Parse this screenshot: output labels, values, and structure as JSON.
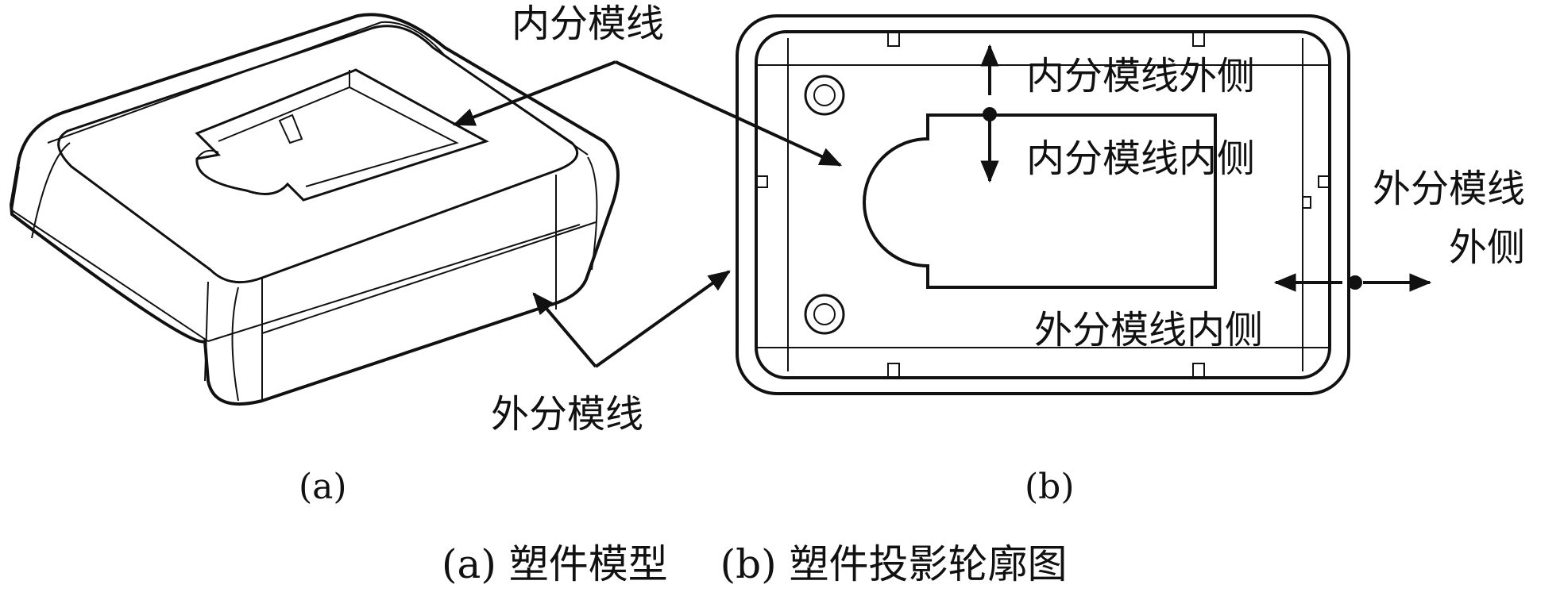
{
  "labels": {
    "inner_parting_line": "内分模线",
    "outer_parting_line": "外分模线",
    "inner_line_outside": "内分模线外侧",
    "inner_line_inside": "内分模线内侧",
    "outer_line_outside_l1": "外分模线",
    "outer_line_outside_l2": "外侧",
    "outer_line_inside": "外分模线内侧"
  },
  "panels": {
    "a_label": "(a)",
    "b_label": "(b)"
  },
  "caption": "(a) 塑件模型　 (b) 塑件投影轮廓图",
  "colors": {
    "line": "#111111",
    "background": "#ffffff"
  }
}
